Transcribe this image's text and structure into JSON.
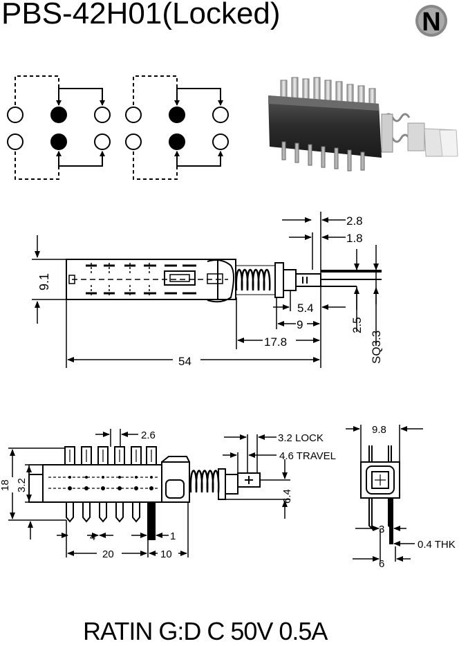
{
  "header": {
    "title": "PBS-42H01(Locked)",
    "logo_letter": "N"
  },
  "side_view": {
    "dims": {
      "w28": "2.8",
      "w18": "1.8",
      "h91": "9.1",
      "w54": "5.4",
      "w9": "9",
      "w178": "17.8",
      "w54total": "54",
      "h25": "2.5",
      "sq": "SQ3.3"
    }
  },
  "front_view": {
    "dims": {
      "pitch": "2.6",
      "lock": "3.2 LOCK",
      "travel": "4.6 TRAVEL",
      "h18": "18",
      "h32": "3.2",
      "h64": "6.4",
      "p4": "4",
      "p20": "20",
      "p10": "10",
      "p1": "1"
    }
  },
  "end_view": {
    "dims": {
      "w98": "9.8",
      "p3": "3",
      "thk": "0.4 THK",
      "p6": "6"
    }
  },
  "footer": {
    "rating": "RATIN G:D C 50V 0.5A"
  }
}
